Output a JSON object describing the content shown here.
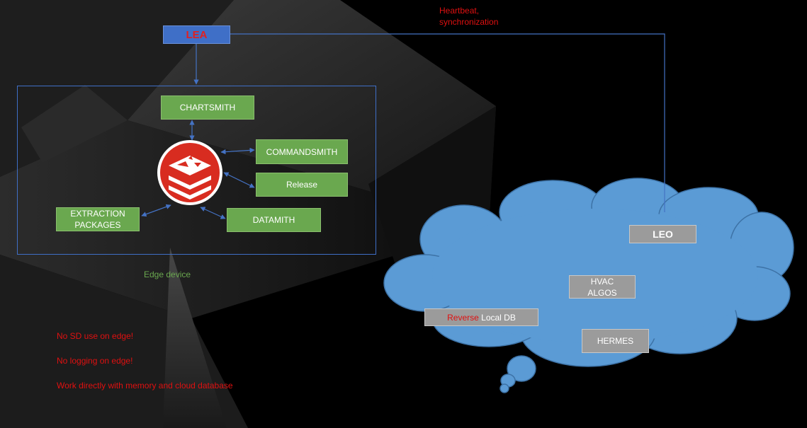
{
  "lea": {
    "label": "LEA"
  },
  "heartbeat": {
    "line1": "Heartbeat,",
    "line2": "synchronization"
  },
  "edge_device": {
    "label": "Edge device",
    "center_icon": "redis-logo-icon",
    "services": {
      "chartsmith": "CHARTSMITH",
      "commandsmith": "COMMANDSMITH",
      "release": "Release",
      "datamith": "DATAMITH",
      "extraction_line1": "EXTRACTION",
      "extraction_line2": "PACKAGES"
    }
  },
  "cloud": {
    "leo": "LEO",
    "hvac_line1": "HVAC",
    "hvac_line2": "ALGOS",
    "reverse_word": "Reverse",
    "local_db": "Local DB",
    "hermes": "HERMES"
  },
  "notes": [
    "No SD use on edge!",
    "No logging on edge!",
    "Work directly with memory and cloud database"
  ],
  "colors": {
    "background": "#000000",
    "service_box": "#6aa84f",
    "cloud": "#5b9bd5",
    "connector": "#4472c4",
    "warning_text": "#e01010",
    "redis_red": "#d82c20"
  }
}
